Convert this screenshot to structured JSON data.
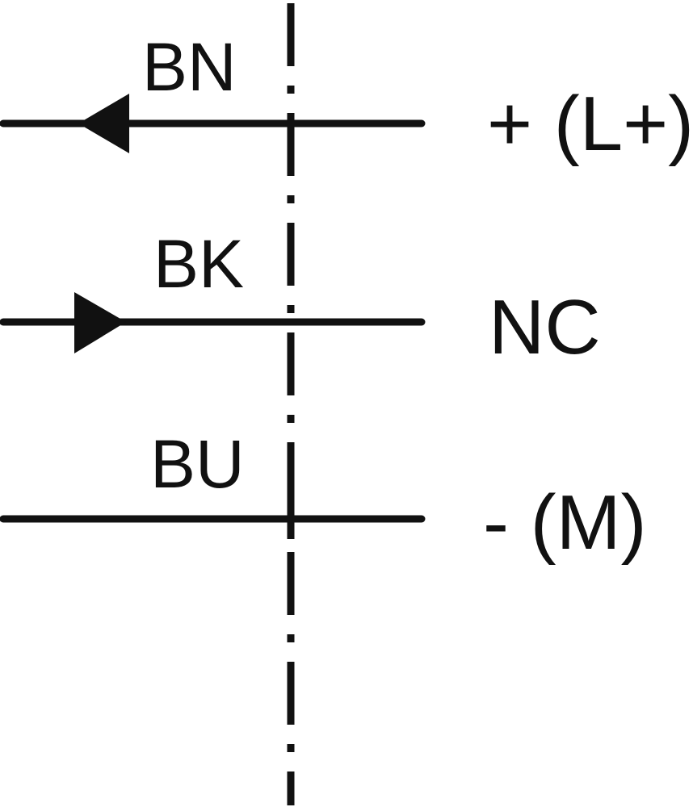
{
  "diagram": {
    "wires": [
      {
        "code": "BN",
        "terminal": "+ (L+)",
        "arrow": "left"
      },
      {
        "code": "BK",
        "terminal": "NC",
        "arrow": "right"
      },
      {
        "code": "BU",
        "terminal": "- (M)",
        "arrow": "none"
      }
    ],
    "stroke_color": "#111111",
    "background_color": "#ffffff"
  }
}
